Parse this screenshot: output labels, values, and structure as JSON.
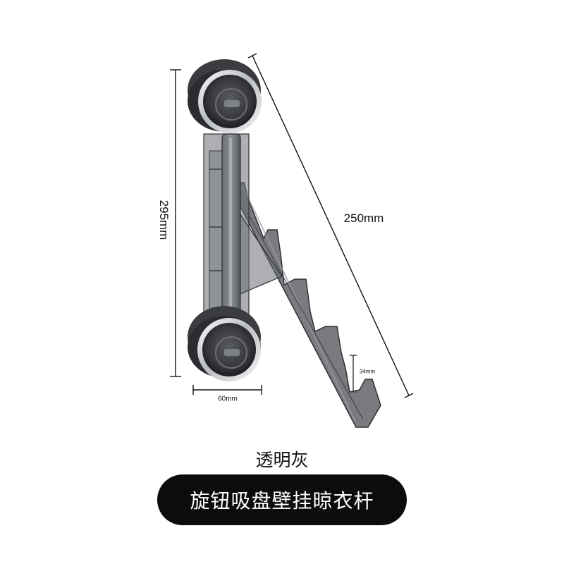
{
  "dimensions": {
    "height": "295mm",
    "length": "250mm",
    "width": "60mm",
    "hook_gap": "34mm"
  },
  "color_name": "透明灰",
  "product_name": "旋钮吸盘壁挂晾衣杆",
  "colors": {
    "background": "#ffffff",
    "pill": "#0c0c0c",
    "pill_text": "#ffffff",
    "product_body": "#5f6166",
    "product_edge": "#2e3034"
  }
}
